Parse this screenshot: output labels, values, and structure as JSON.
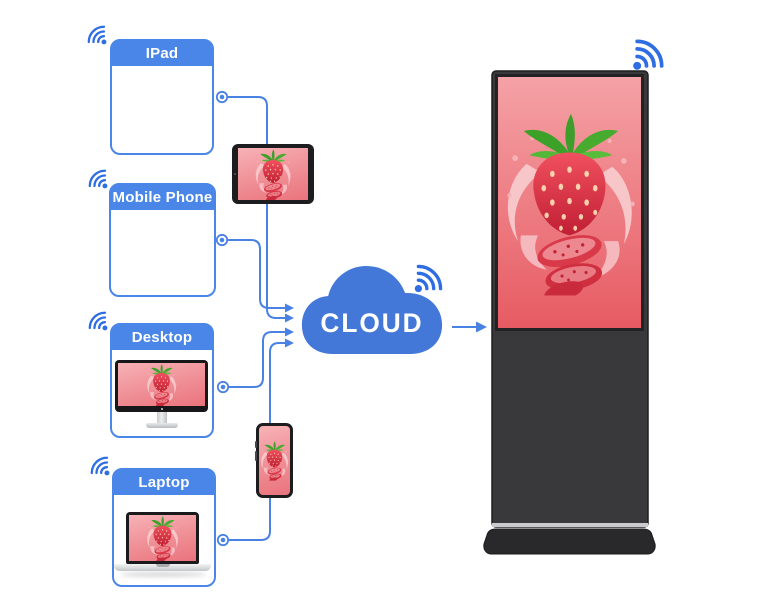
{
  "devices": [
    {
      "id": "ipad",
      "label": "IPad",
      "icon": "wifi-icon",
      "artwork": "strawberry-splash"
    },
    {
      "id": "mobile-phone",
      "label": "Mobile Phone",
      "icon": "wifi-icon",
      "artwork": "strawberry-splash"
    },
    {
      "id": "desktop",
      "label": "Desktop",
      "icon": "wifi-icon",
      "artwork": "strawberry-splash"
    },
    {
      "id": "laptop",
      "label": "Laptop",
      "icon": "wifi-icon",
      "artwork": "strawberry-splash"
    }
  ],
  "cloud": {
    "label": "CLOUD",
    "icon": "wifi-icon"
  },
  "kiosk": {
    "icon": "wifi-icon",
    "artwork": "strawberry-splash"
  },
  "colors": {
    "card_accent_blue": "#4a86e8",
    "connector_blue": "#4a82e4",
    "wifi_blue": "#2f6de3",
    "cloud_blue": "#4478d8",
    "screen_pink": "#ef8e95",
    "kiosk_body": "#39393b"
  }
}
